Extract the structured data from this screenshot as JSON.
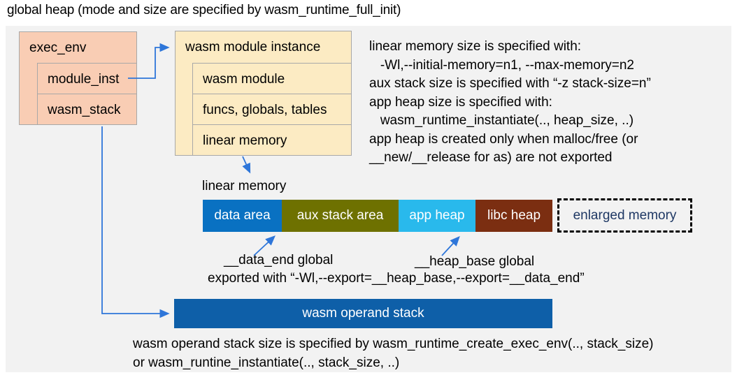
{
  "title": "global heap (mode and size are specified by wasm_runtime_full_init)",
  "exec_env": {
    "title": "exec_env",
    "rows": [
      {
        "label": "module_inst"
      },
      {
        "label": "wasm_stack"
      }
    ]
  },
  "module_instance": {
    "title": "wasm module instance",
    "rows": [
      {
        "label": "wasm module"
      },
      {
        "label": "funcs, globals, tables"
      },
      {
        "label": "linear memory"
      }
    ]
  },
  "notes_right": {
    "lines": [
      "linear memory size is specified with:",
      "   -Wl,--initial-memory=n1, --max-memory=n2",
      "aux stack size is specified with “-z stack-size=n”",
      "app heap size is specified with:",
      "   wasm_runtime_instantiate(.., heap_size, ..)",
      "app heap is created only when malloc/free (or",
      "__new/__release for as) are not exported"
    ]
  },
  "linear_memory": {
    "label": "linear memory",
    "segments": [
      {
        "label": "data area",
        "color": "#0971C2",
        "text_color": "#FFFFFF"
      },
      {
        "label": "aux stack area",
        "color": "#6E7100",
        "text_color": "#FFFFFF"
      },
      {
        "label": "app heap",
        "color": "#29B9EC",
        "text_color": "#FFFFFF"
      },
      {
        "label": "libc heap",
        "color": "#7B2E11",
        "text_color": "#FFFFFF"
      },
      {
        "label": "enlarged memory",
        "color": "#FFFFFF",
        "text_color": "#1F3864",
        "dashed": true
      }
    ]
  },
  "annotations": {
    "data_end": "__data_end global",
    "heap_base": "__heap_base global",
    "exported": "exported with “-Wl,--export=__heap_base,--export=__data_end”"
  },
  "operand_stack": {
    "label": "wasm operand stack",
    "color": "#0E5FA8"
  },
  "notes_bottom": {
    "lines": [
      "wasm operand stack size is specified by wasm_runtime_create_exec_env(.., stack_size)",
      "or wasm_runtine_instantiate(.., stack_size, ..)"
    ]
  },
  "colors": {
    "arrow": "#2E76D9",
    "panel": "#F2F2F2",
    "exec_env_fill": "#F9CDB4",
    "module_fill": "#FCEBC3",
    "border": "#A8A8A8"
  }
}
